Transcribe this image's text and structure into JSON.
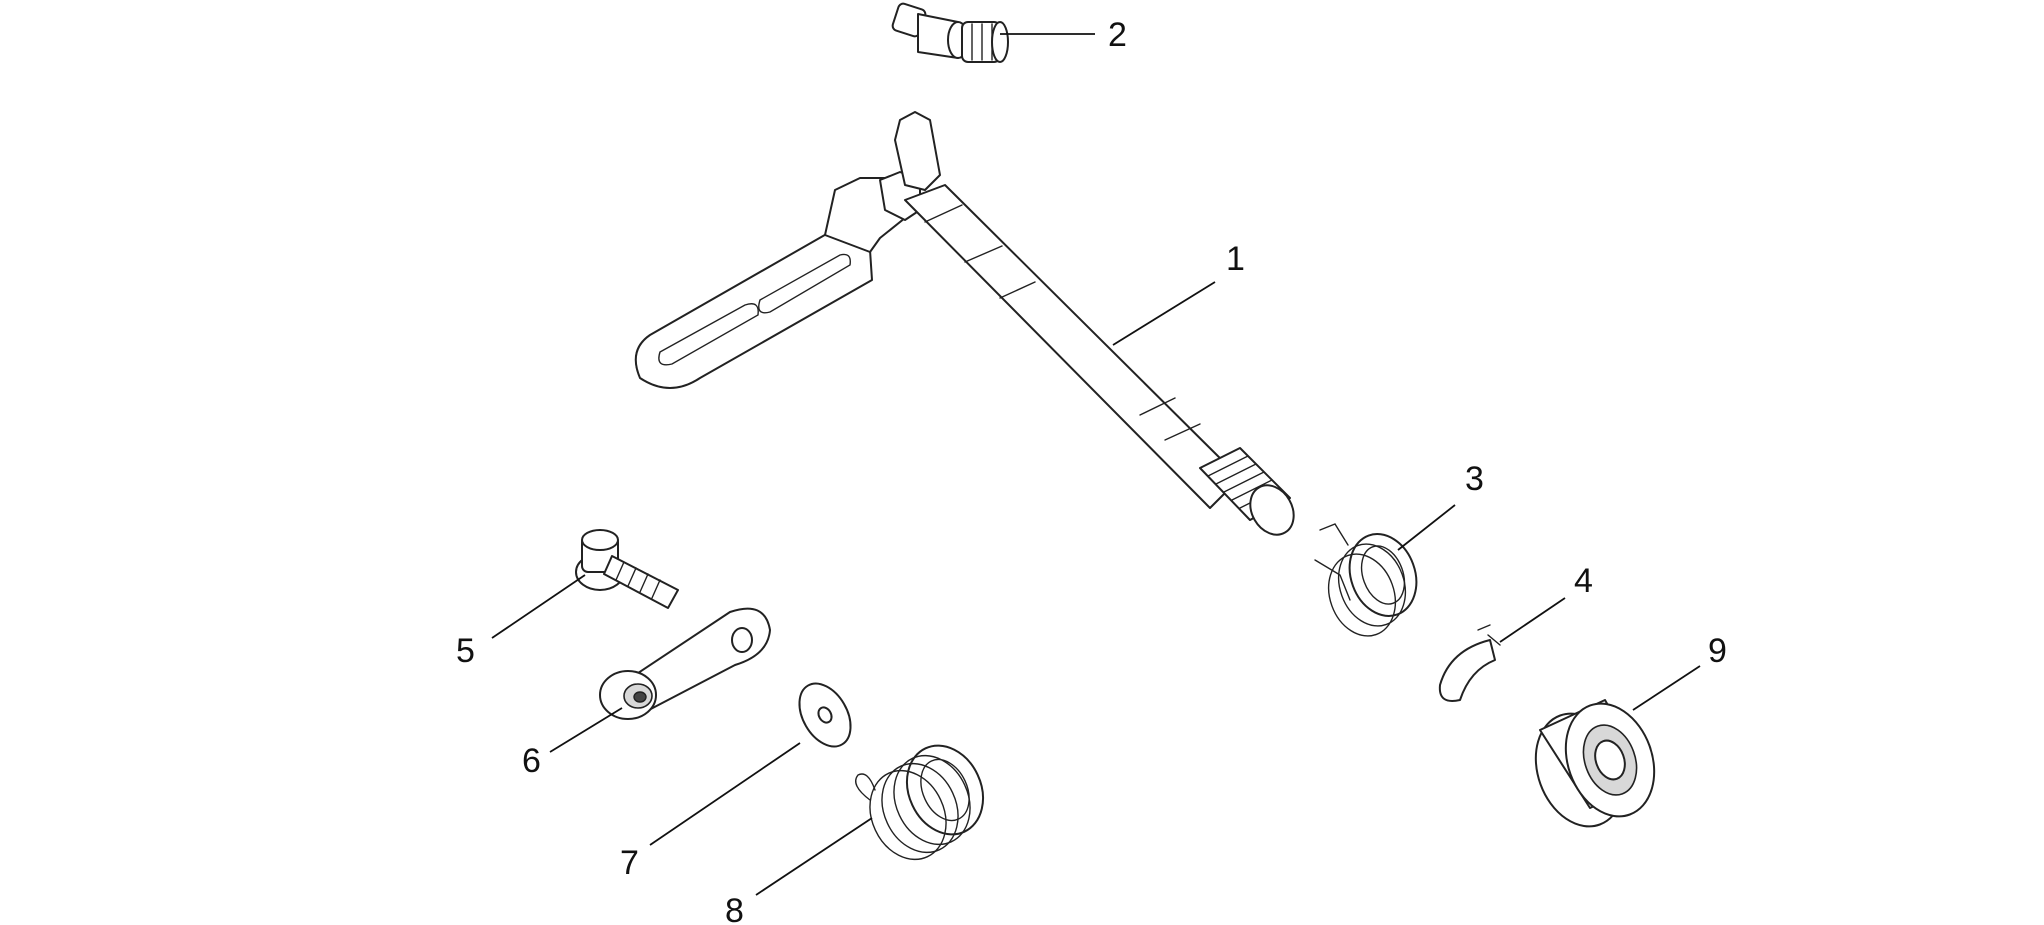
{
  "callouts": {
    "c1": "1",
    "c2": "2",
    "c3": "3",
    "c4": "4",
    "c5": "5",
    "c6": "6",
    "c7": "7",
    "c8": "8",
    "c9": "9"
  },
  "colors": {
    "background": "#ffffff",
    "line": "#222222",
    "shade": "#d8d8d8"
  }
}
